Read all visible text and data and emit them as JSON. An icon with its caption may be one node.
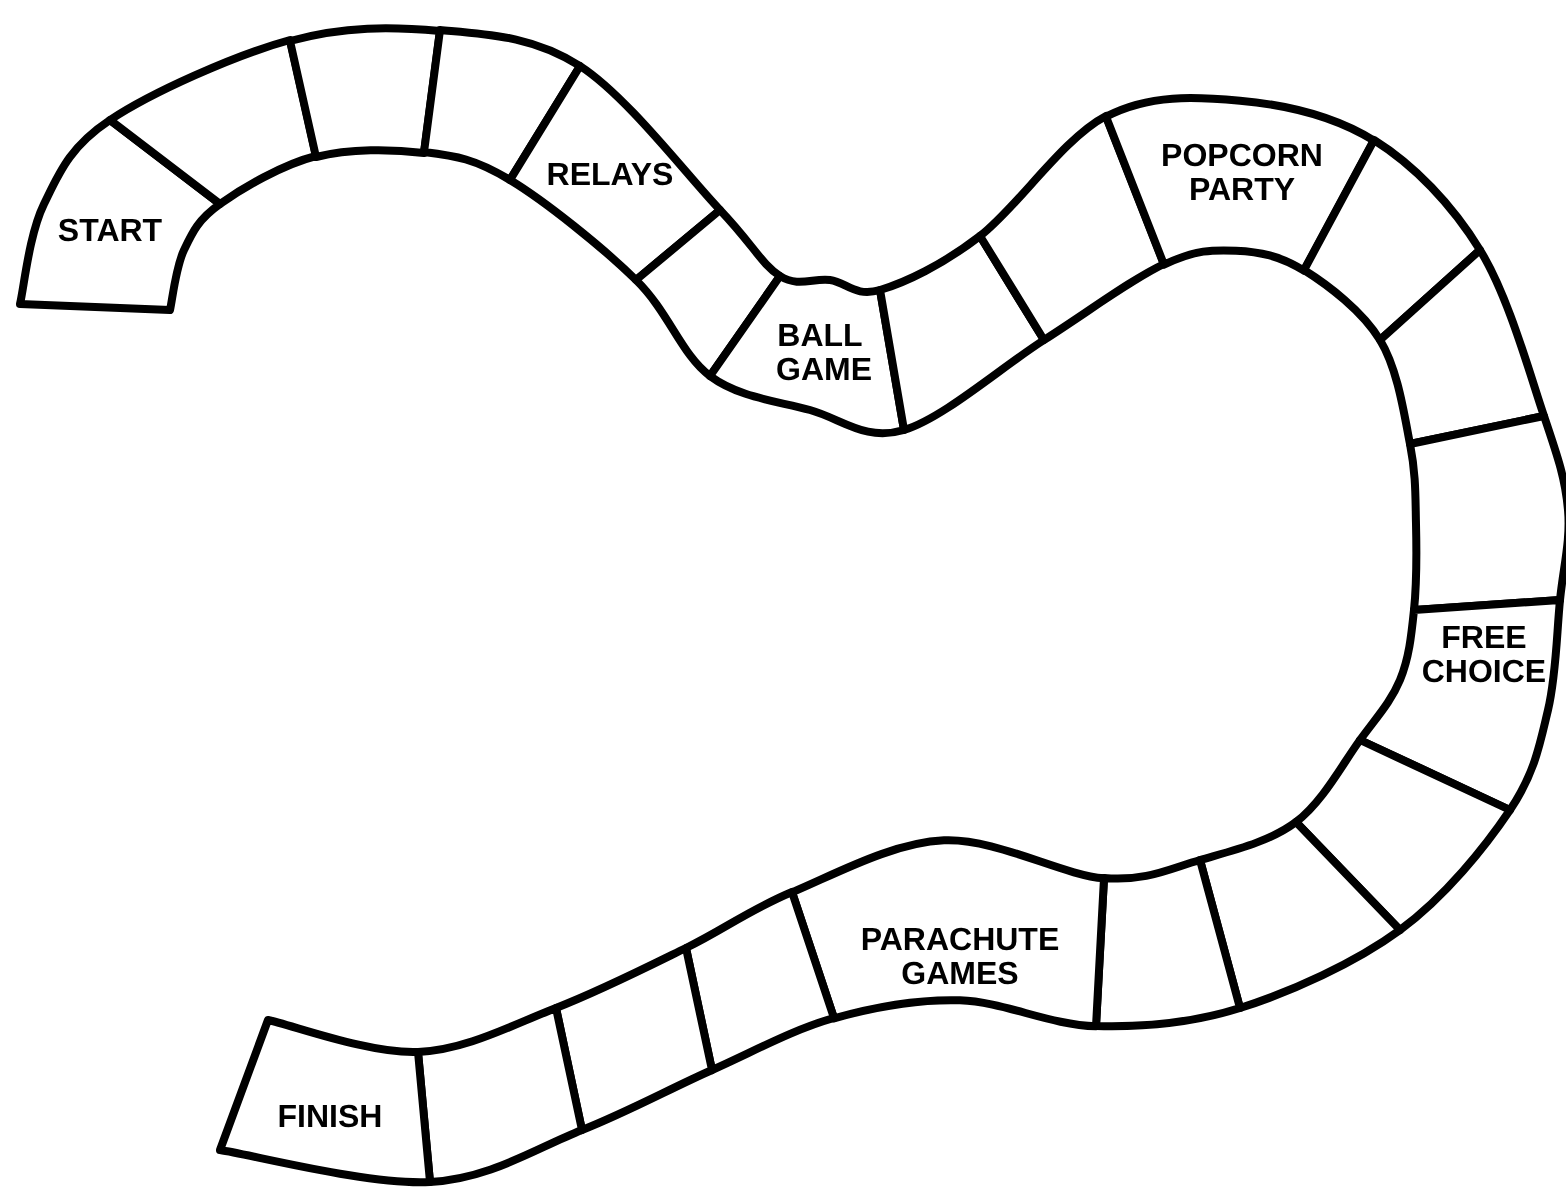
{
  "diagram": {
    "nodes": [
      {
        "text": [
          "START"
        ]
      },
      {
        "text": [],
        "shape": "box"
      },
      {
        "text": [],
        "shape": "box"
      },
      {
        "text": [],
        "shape": "box"
      },
      {
        "text": [
          "RELAYS"
        ]
      },
      {
        "text": [],
        "shape": "box"
      },
      {
        "text": [
          "BALL GAME"
        ]
      },
      {
        "text": [],
        "shape": "box"
      },
      {
        "text": [],
        "shape": "box"
      },
      {
        "text": [
          "POPCORN PARTY"
        ]
      },
      {
        "text": [],
        "shape": "box"
      },
      {
        "text": [],
        "shape": "box"
      },
      {
        "text": [],
        "shape": "box"
      },
      {
        "text": [
          "FREE CHOICE"
        ]
      },
      {
        "text": [],
        "shape": "box"
      },
      {
        "text": [],
        "shape": "box"
      },
      {
        "text": [],
        "shape": "box"
      },
      {
        "text": [
          "PARACHUTE GAMES"
        ]
      },
      {
        "text": [],
        "shape": "box"
      },
      {
        "text": [],
        "shape": "box"
      },
      {
        "text": [],
        "shape": "box"
      },
      {
        "text": [
          "FINISH"
        ]
      }
    ]
  }
}
